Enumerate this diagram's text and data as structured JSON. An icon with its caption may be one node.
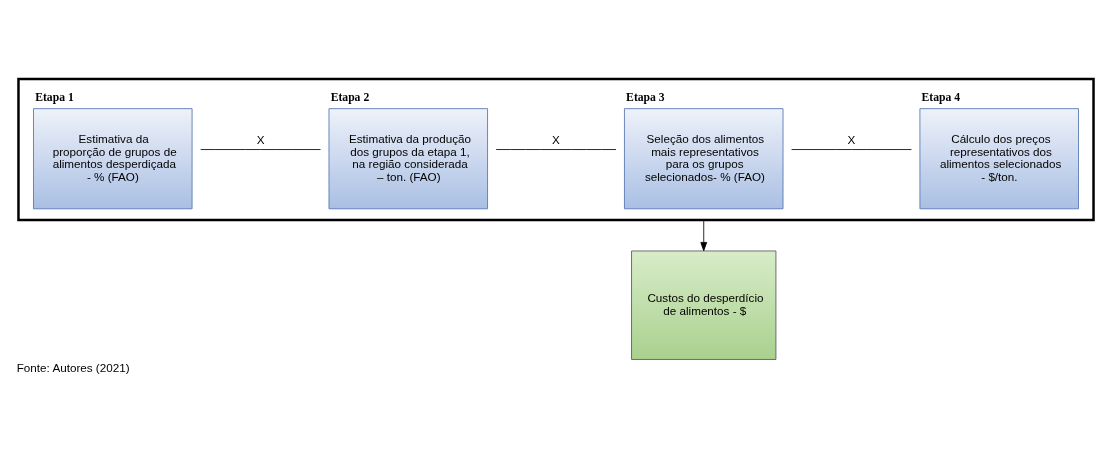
{
  "diagram": {
    "caption": "Fonte: Autores (2021)",
    "nodes": [
      {
        "text": [],
        "shape": "box"
      },
      {
        "text": [
          "Etapa 1",
          "Estimativa da proporção de grupos de alimentos desperdiçada - % (FAO)"
        ],
        "in": 0
      },
      {
        "text": [
          "Etapa 2",
          "Estimativa da produção dos grupos da etapa 1, na região considerada – ton. (FAO)"
        ],
        "in": 0
      },
      {
        "text": [
          "Etapa 3",
          "Seleção dos alimentos mais representativos para os grupos selecionados- % (FAO)"
        ],
        "in": 0
      },
      {
        "text": [
          "Etapa 4",
          "Cálculo dos preços representativos dos alimentos selecionados - $/ton."
        ],
        "in": 0
      },
      {
        "text": [
          "Custos do desperdício de alimentos - $"
        ]
      }
    ],
    "edges": [
      {
        "from": 1,
        "to": 2,
        "arrow": "none",
        "label": "X"
      },
      {
        "from": 2,
        "to": 3,
        "arrow": "none",
        "label": "X"
      },
      {
        "from": 3,
        "to": 4,
        "arrow": "none",
        "label": "X"
      },
      {
        "from": 0,
        "to": 5,
        "arrow": "to"
      }
    ]
  }
}
